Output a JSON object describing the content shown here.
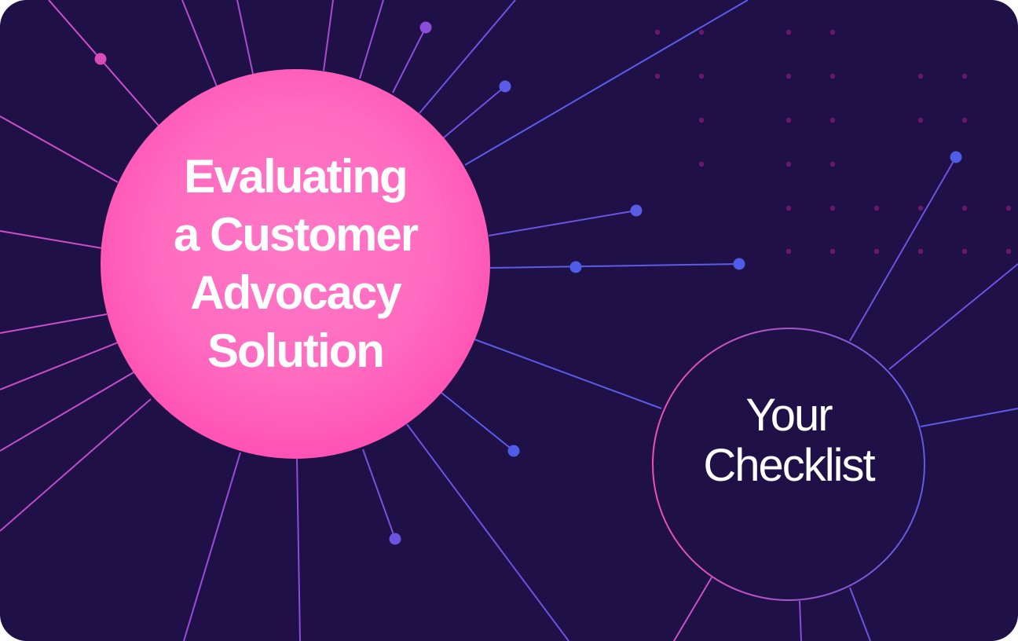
{
  "hero": {
    "title_lines": [
      "Evaluating",
      "a Customer",
      "Advocacy",
      "Solution"
    ],
    "subtitle_lines": [
      "Your",
      "Checklist"
    ]
  },
  "colors": {
    "background": "#1f1147",
    "primary_circle": "#ff5cb8",
    "line_pink": "#d14fc4",
    "line_blue": "#5b5ce6",
    "dot_grid": "#6a1a6e",
    "text": "#ffffff"
  }
}
